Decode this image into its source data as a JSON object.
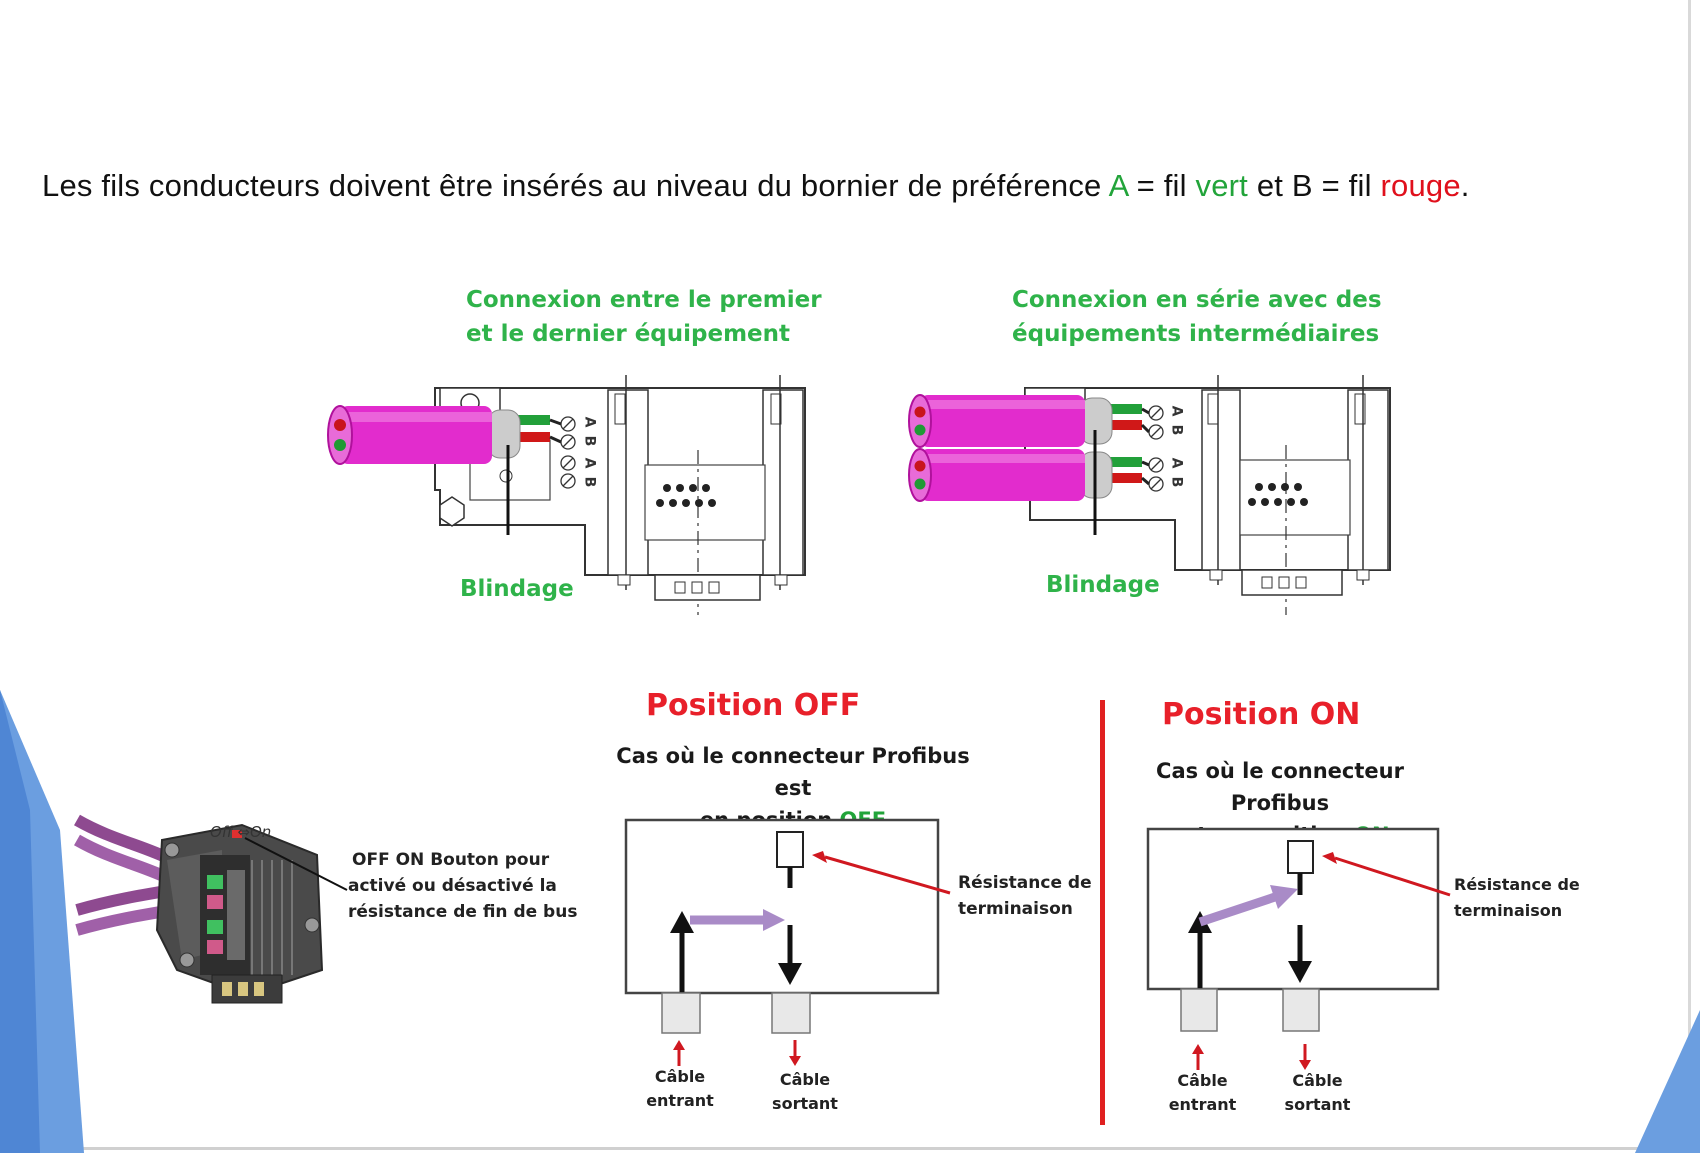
{
  "intro": {
    "text_1": "Les fils conducteurs doivent être insérés au niveau du bornier de préférence ",
    "a_letter": "A",
    "text_2": " = fil ",
    "vert": "vert",
    "text_3": " et B = fil ",
    "rouge": "rouge",
    "text_4": "."
  },
  "top_diagrams": {
    "left": {
      "caption_line1": "Connexion entre le premier",
      "caption_line2": "et le dernier équipement",
      "shield_label": "Blindage",
      "terminals": [
        "A",
        "B",
        "A",
        "B"
      ]
    },
    "right": {
      "caption_line1": "Connexion en série avec des",
      "caption_line2": "équipements intermédiaires",
      "shield_label": "Blindage",
      "terminals": [
        "A",
        "B",
        "A",
        "B"
      ]
    }
  },
  "connector_photo": {
    "switch_label": "Off ⇔On",
    "desc_line1": "OFF ON Bouton pour",
    "desc_line2": "activé ou désactivé la",
    "desc_line3": "résistance de fin de bus"
  },
  "position_off": {
    "title": "Position OFF",
    "case_line1": "Cas où le connecteur Profibus est",
    "case_line2_prefix": "en position ",
    "case_line2_state": "OFF",
    "resistor_label_line1": "Résistance de",
    "resistor_label_line2": "terminaison",
    "in_cable_line1": "Câble",
    "in_cable_line2": "entrant",
    "out_cable_line1": "Câble",
    "out_cable_line2": "sortant"
  },
  "position_on": {
    "title": "Position ON",
    "case_line1": "Cas où le connecteur Profibus",
    "case_line2_prefix": "est en position ",
    "case_line2_state": "ON",
    "resistor_label_line1": "Résistance de",
    "resistor_label_line2": "terminaison",
    "in_cable_line1": "Câble",
    "in_cable_line2": "entrant",
    "out_cable_line1": "Câble",
    "out_cable_line2": "sortant"
  },
  "colors": {
    "caption_green": "#2fb34a",
    "title_red": "#e8202a",
    "cable_magenta": "#e020c8",
    "accent_blue": "#5b8fd6",
    "switch_arrow_purple": "#a98bc7"
  }
}
